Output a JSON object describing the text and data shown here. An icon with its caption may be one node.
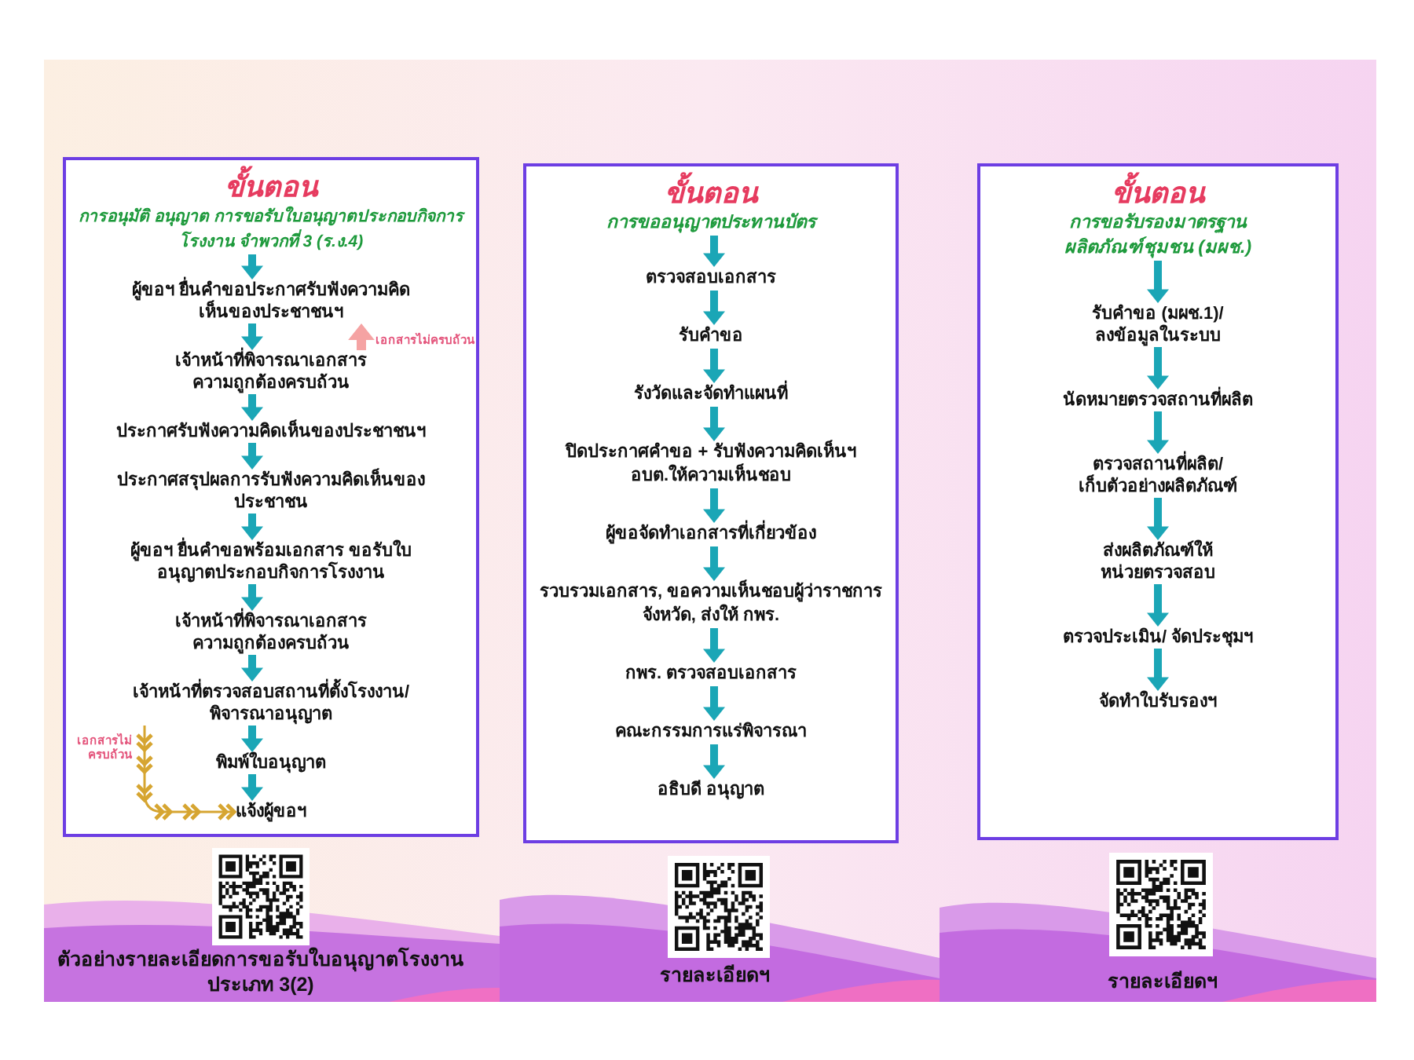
{
  "diagram": {
    "nodes": [
      {
        "text": [
          "ขั้นตอน",
          "การอนุมัติ อนุญาต การขอรับใบอนุญาตประกอบกิจการโรงงาน จำพวกที่ 3 (ร.ง.4)"
        ]
      },
      {
        "text": [
          "ผู้ขอฯ ยื่นคำขอประกาศรับฟังความคิดเห็นของประชาชนฯ"
        ],
        "in": 0
      },
      {
        "text": [
          "เจ้าหน้าที่พิจารณาเอกสารความถูกต้องครบถ้วน"
        ],
        "in": 0
      },
      {
        "text": [
          "ประกาศรับฟังความคิดเห็นของประชาชนฯ"
        ],
        "in": 0
      },
      {
        "text": [
          "ประกาศสรุปผลการรับฟังความคิดเห็นของประชาชน"
        ],
        "in": 0
      },
      {
        "text": [
          "ผู้ขอฯ ยื่นคำขอพร้อมเอกสาร ขอรับใบอนุญาตประกอบกิจการโรงงาน"
        ],
        "in": 0
      },
      {
        "text": [
          "เจ้าหน้าที่พิจารณาเอกสารความถูกต้องครบถ้วน"
        ],
        "in": 0
      },
      {
        "text": [
          "เจ้าหน้าที่ตรวจสอบสถานที่ตั้งโรงงาน/ พิจารณาอนุญาต"
        ],
        "in": 0
      },
      {
        "text": [
          "พิมพ์ใบอนุญาต"
        ],
        "in": 0
      },
      {
        "text": [
          "แจ้งผู้ขอฯ"
        ],
        "in": 0
      },
      {
        "text": [
          "ขั้นตอน",
          "การขออนุญาตประทานบัตร"
        ]
      },
      {
        "text": [
          "ตรวจสอบเอกสาร"
        ],
        "in": 10
      },
      {
        "text": [
          "รับคำขอ"
        ],
        "in": 10
      },
      {
        "text": [
          "รังวัดและจัดทำแผนที่"
        ],
        "in": 10
      },
      {
        "text": [
          "ปิดประกาศคำขอ + รับฟังความคิดเห็นฯ อบต.ให้ความเห็นชอบ"
        ],
        "in": 10
      },
      {
        "text": [
          "ผู้ขอจัดทำเอกสารที่เกี่ยวข้อง"
        ],
        "in": 10
      },
      {
        "text": [
          "รวบรวมเอกสาร, ขอความเห็นชอบผู้ว่าราชการจังหวัด, ส่งให้ กพร."
        ],
        "in": 10
      },
      {
        "text": [
          "กพร. ตรวจสอบเอกสาร"
        ],
        "in": 10
      },
      {
        "text": [
          "คณะกรรมการแร่พิจารณา"
        ],
        "in": 10
      },
      {
        "text": [
          "อธิบดี อนุญาต"
        ],
        "in": 10
      },
      {
        "text": [
          "ขั้นตอน",
          "การขอรับรองมาตรฐานผลิตภัณฑ์ชุมชน (มผช.)"
        ]
      },
      {
        "text": [
          "รับคำขอ (มผช.1)/ ลงข้อมูลในระบบ"
        ],
        "in": 20
      },
      {
        "text": [
          "นัดหมายตรวจสถานที่ผลิต"
        ],
        "in": 20
      },
      {
        "text": [
          "ตรวจสถานที่ผลิต/ เก็บตัวอย่างผลิตภัณฑ์"
        ],
        "in": 20
      },
      {
        "text": [
          "ส่งผลิตภัณฑ์ให้หน่วยตรวจสอบ"
        ],
        "in": 20
      },
      {
        "text": [
          "ตรวจประเมิน/ จัดประชุมฯ"
        ],
        "in": 20
      },
      {
        "text": [
          "จัดทำใบรับรองฯ"
        ],
        "in": 20
      }
    ],
    "edges": [
      {
        "from": null,
        "to": 1,
        "arrow": "to"
      },
      {
        "from": 1,
        "to": 2,
        "arrow": "to"
      },
      {
        "from": 2,
        "to": 1,
        "arrow": "to",
        "label": "เอกสารไม่ครบถ้วน",
        "color": "#f5a3a3"
      },
      {
        "from": 2,
        "to": 3,
        "arrow": "to"
      },
      {
        "from": 3,
        "to": 4,
        "arrow": "to"
      },
      {
        "from": 4,
        "to": 5,
        "arrow": "to"
      },
      {
        "from": 5,
        "to": 6,
        "arrow": "to"
      },
      {
        "from": 6,
        "to": 7,
        "arrow": "to"
      },
      {
        "from": 7,
        "to": 8,
        "arrow": "to"
      },
      {
        "from": 7,
        "to": 9,
        "arrow": "to",
        "label": "เอกสารไม่ครบถ้วน",
        "color": "#d6a531"
      },
      {
        "from": 8,
        "to": 9,
        "arrow": "to"
      },
      {
        "from": null,
        "to": 11,
        "arrow": "to"
      },
      {
        "from": 11,
        "to": 12,
        "arrow": "to"
      },
      {
        "from": 12,
        "to": 13,
        "arrow": "to"
      },
      {
        "from": 13,
        "to": 14,
        "arrow": "to"
      },
      {
        "from": 14,
        "to": 15,
        "arrow": "to"
      },
      {
        "from": 15,
        "to": 16,
        "arrow": "to"
      },
      {
        "from": 16,
        "to": 17,
        "arrow": "to"
      },
      {
        "from": 17,
        "to": 18,
        "arrow": "to"
      },
      {
        "from": 18,
        "to": 19,
        "arrow": "to"
      },
      {
        "from": null,
        "to": 21,
        "arrow": "to"
      },
      {
        "from": 21,
        "to": 22,
        "arrow": "to"
      },
      {
        "from": 22,
        "to": 23,
        "arrow": "to"
      },
      {
        "from": 23,
        "to": 24,
        "arrow": "to"
      },
      {
        "from": 24,
        "to": 25,
        "arrow": "to"
      },
      {
        "from": 25,
        "to": 26,
        "arrow": "to"
      }
    ],
    "labels": [
      "ตัวอย่างรายละเอียดการขอรับใบอนุญาตโรงงาน ประเภท 3(2)",
      "รายละเอียดฯ",
      "รายละเอียดฯ"
    ]
  }
}
